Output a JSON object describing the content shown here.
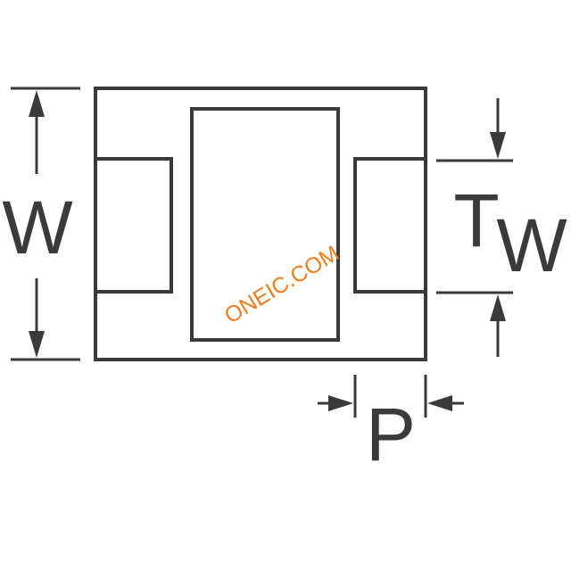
{
  "labels": {
    "overall_width": "W",
    "terminal_label_t": "T",
    "terminal_label_w": "W",
    "pitch": "P"
  },
  "watermark": "ONEIC.COM",
  "colors": {
    "line": "#3a3a3a",
    "watermark": "#f07c1e",
    "background": "#ffffff"
  }
}
